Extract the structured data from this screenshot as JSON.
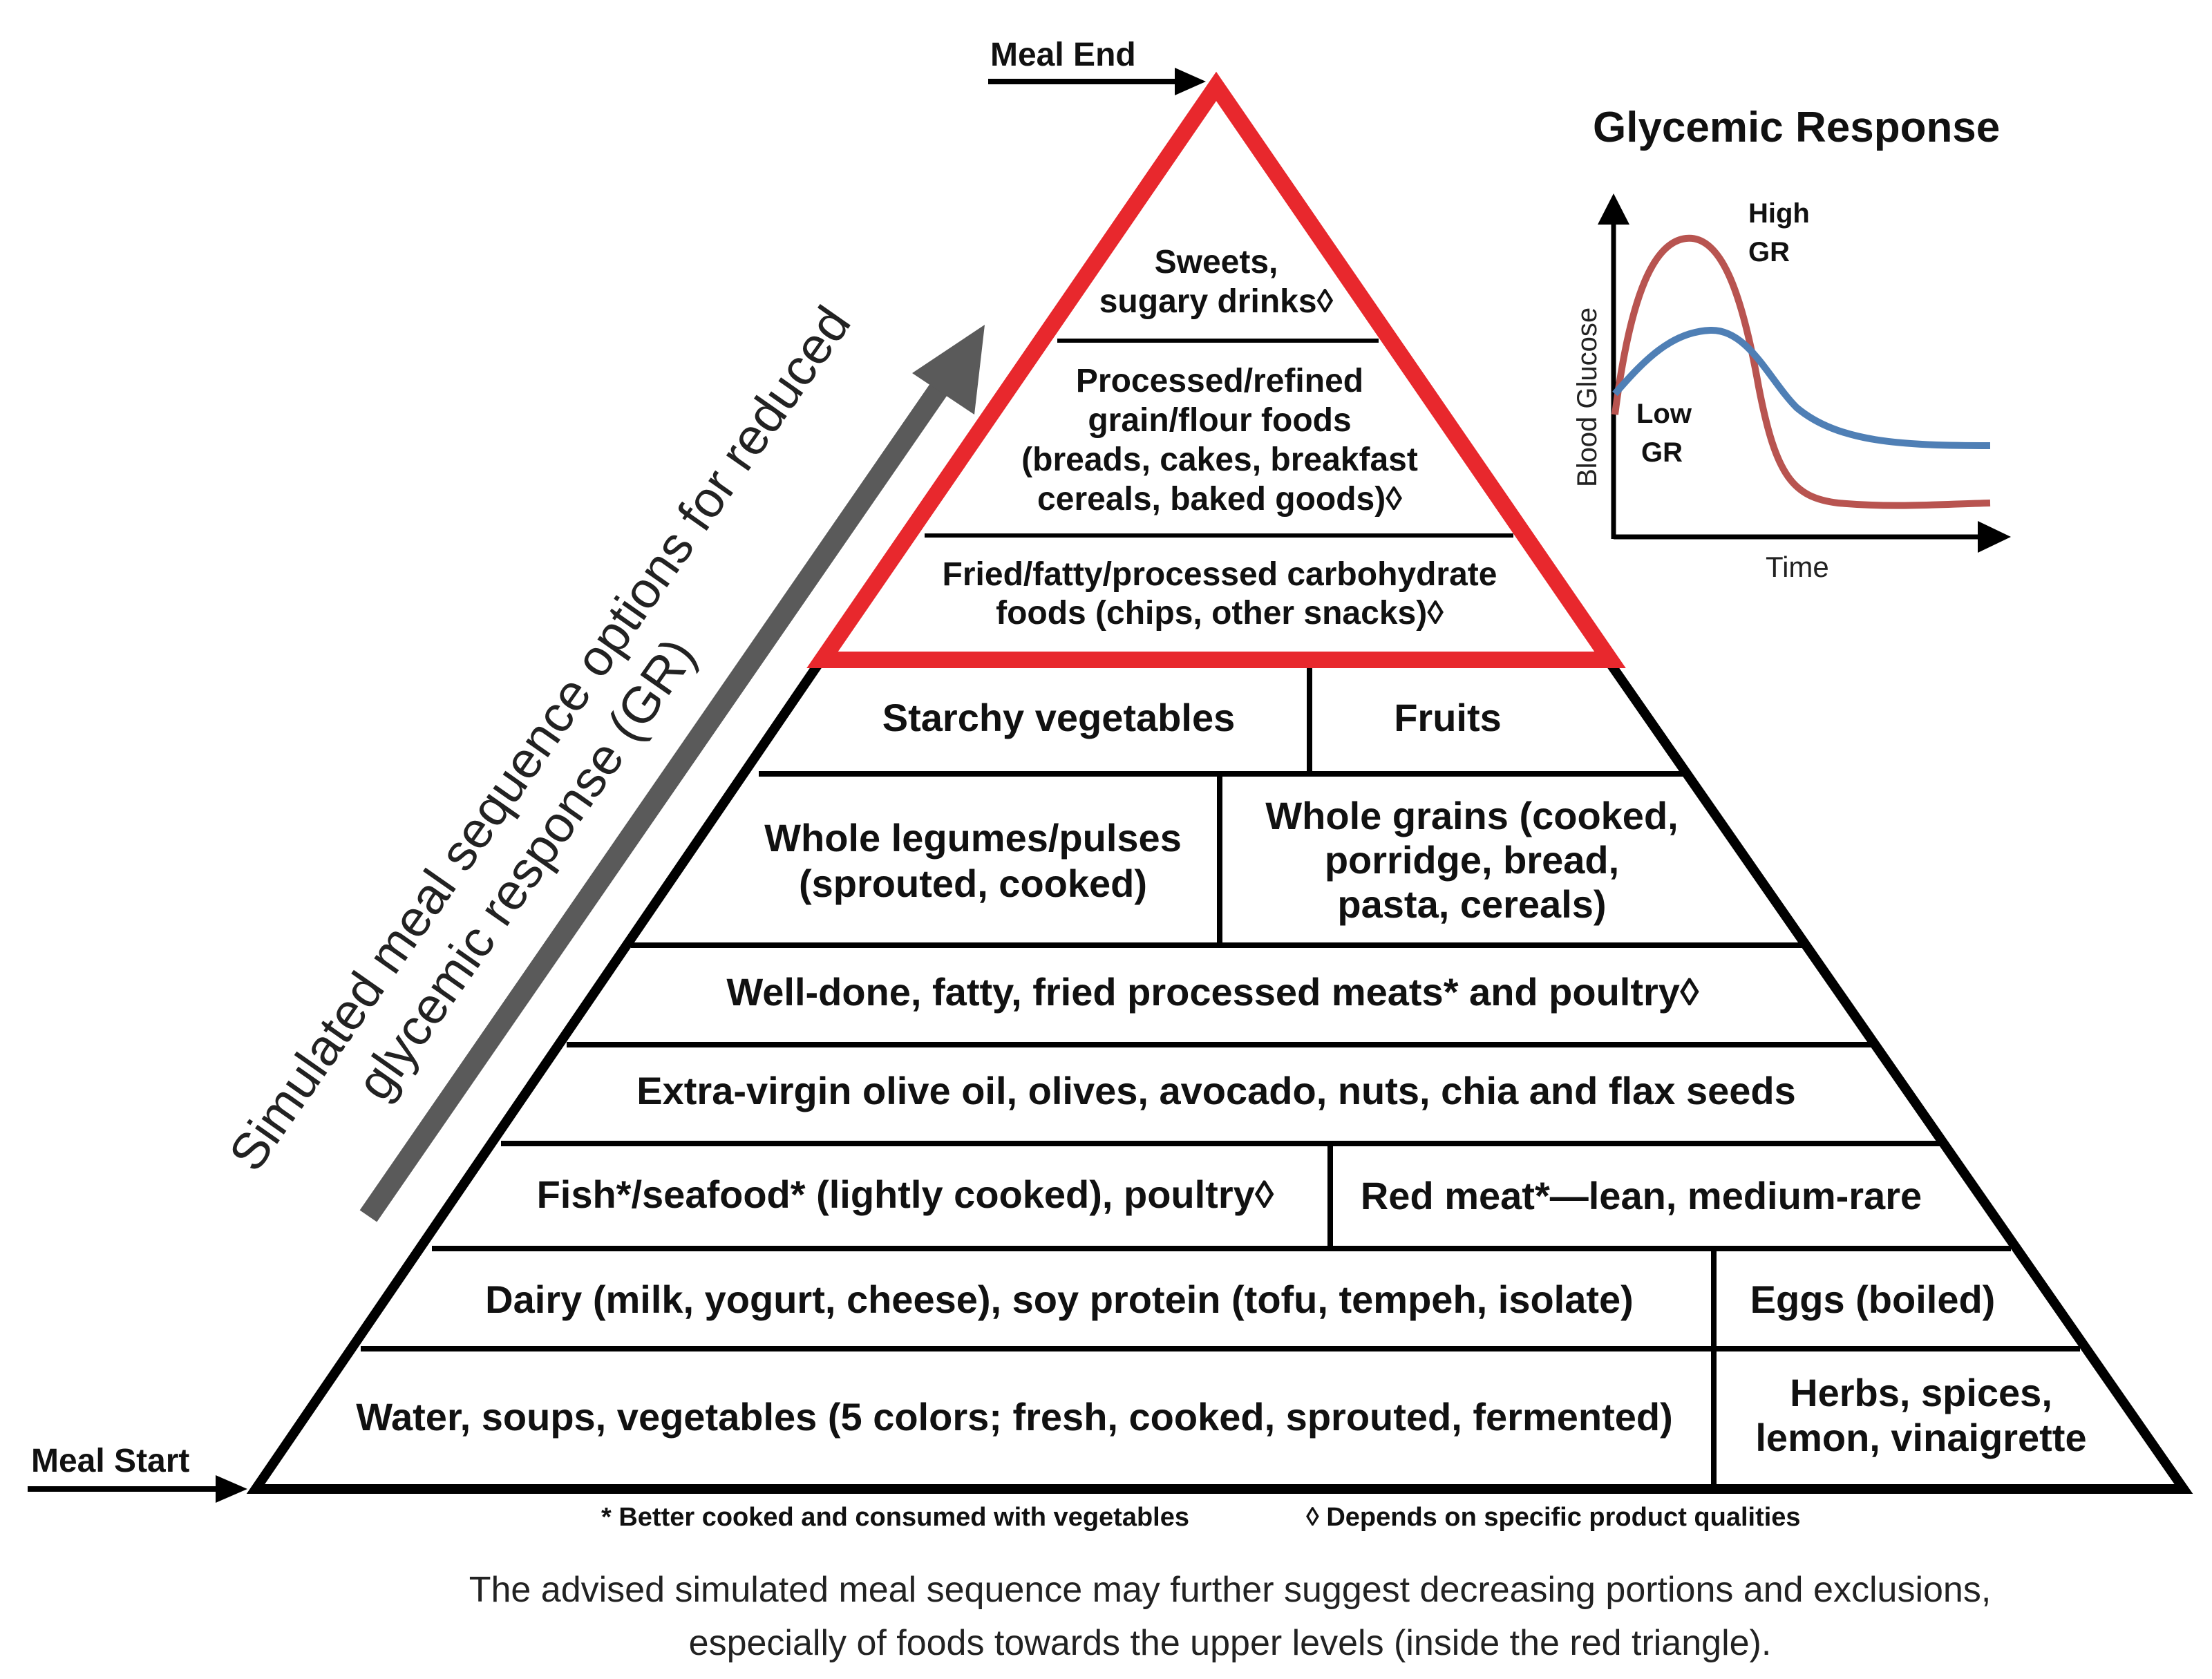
{
  "meal_end_label": "Meal End",
  "meal_start_label": "Meal Start",
  "side_label_line1": "Simulated meal sequence options for reduced",
  "side_label_line2": "glycemic response (GR)",
  "red_zone": {
    "level1": [
      "Sweets,",
      "sugary drinks◊"
    ],
    "level2": [
      "Processed/refined",
      "grain/flour foods",
      "(breads, cakes, breakfast",
      "cereals, baked goods)◊"
    ],
    "level3": [
      "Fried/fatty/processed carbohydrate",
      "foods (chips, other snacks)◊"
    ]
  },
  "levels": {
    "starchy": "Starchy vegetables",
    "fruits": "Fruits",
    "legumes": [
      "Whole legumes/pulses",
      "(sprouted, cooked)"
    ],
    "grains": [
      "Whole grains (cooked,",
      "porridge, bread,",
      "pasta, cereals)"
    ],
    "meats": "Well-done, fatty, fried processed meats* and poultry◊",
    "oils": "Extra-virgin olive oil, olives, avocado, nuts, chia and flax seeds",
    "fish": "Fish*/seafood* (lightly cooked), poultry◊",
    "red_meat": "Red meat*—lean, medium-rare",
    "dairy": "Dairy (milk, yogurt, cheese), soy protein (tofu, tempeh, isolate)",
    "eggs": "Eggs (boiled)",
    "water": "Water, soups, vegetables (5 colors; fresh, cooked, sprouted, fermented)",
    "herbs": [
      "Herbs, spices,",
      "lemon, vinaigrette"
    ]
  },
  "footnote_star": "* Better cooked and consumed with vegetables",
  "footnote_diamond": "◊ Depends on specific product qualities",
  "caption_line1": "The advised simulated meal sequence may further suggest decreasing portions and exclusions,",
  "caption_line2": "especially of foods towards the upper levels (inside the red triangle).",
  "glycemic_chart": {
    "title": "Glycemic Response",
    "xlabel": "Time",
    "ylabel": "Blood Glucose",
    "high_label": [
      "High",
      "GR"
    ],
    "low_label": [
      "Low",
      "GR"
    ],
    "colors": {
      "high": "#b85450",
      "low": "#4f7fb5"
    }
  },
  "colors": {
    "red_triangle": "#e8282d",
    "outline": "#000000",
    "arrow": "#5a5a5a"
  }
}
